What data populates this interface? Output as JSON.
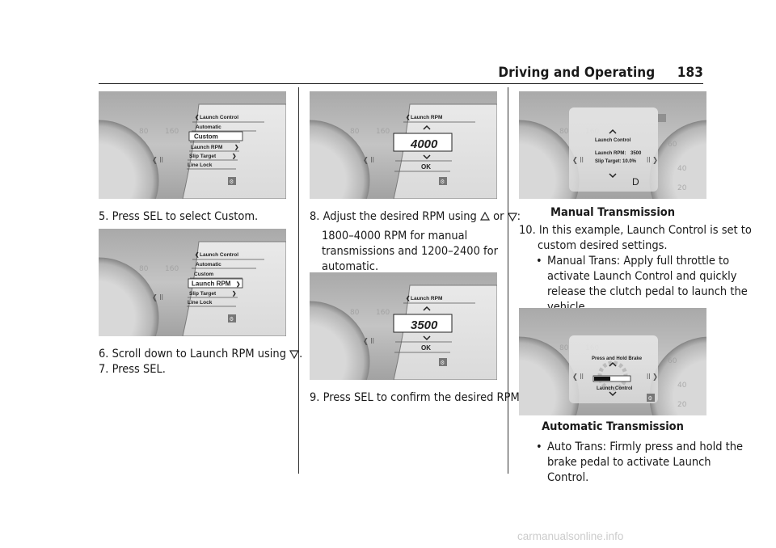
{
  "header": {
    "section": "Driving and Operating",
    "page_number": "183"
  },
  "figures": {
    "f1": {
      "title": "Launch Control",
      "items": [
        "Automatic",
        "Custom",
        "Launch RPM",
        "Slip Target",
        "Line Lock"
      ],
      "selected": 1
    },
    "f2": {
      "title": "Launch Control",
      "items": [
        "Automatic",
        "Custom",
        "Launch RPM",
        "Slip Target",
        "Line Lock"
      ],
      "selected": 2
    },
    "f3": {
      "title": "Launch RPM",
      "value": "4000",
      "ok": "OK"
    },
    "f4": {
      "title": "Launch RPM",
      "value": "3500",
      "ok": "OK"
    },
    "f5": {
      "title": "Launch Control",
      "rpm_label": "Launch RPM:",
      "rpm_value": "3500",
      "slip_label": "Slip Target:",
      "slip_value": "10.0%",
      "gear": "D"
    },
    "f6": {
      "title": "Press and Hold Brake",
      "footer": "Launch Control"
    }
  },
  "col1": {
    "step5": "5.  Press SEL to select Custom.",
    "step6": "6.  Scroll down to Launch RPM using",
    "step7": "7.  Press SEL."
  },
  "col2": {
    "step8a": "8.  Adjust the desired RPM using",
    "step8b": "or",
    "step8_line1": "1800–4000 RPM for manual",
    "step8_line2": "transmissions and 1200–2400 for",
    "step8_line3": "automatic.",
    "step9": "9.  Press SEL to confirm the desired RPM."
  },
  "col3": {
    "cap_manual": "Manual Transmission",
    "step10_line1": "10.  In this example, Launch Control is set to",
    "step10_line2": "custom desired settings.",
    "bullet_char": "•",
    "manual_1": "Manual Trans: Apply full throttle to",
    "manual_2": "activate Launch Control and quickly",
    "manual_3": "release the clutch pedal to launch the",
    "manual_4": "vehicle.",
    "cap_auto": "Automatic Transmission",
    "auto_1": "Auto Trans: Firmly press and hold the",
    "auto_2": "brake pedal to activate Launch",
    "auto_3": "Control."
  },
  "watermark": "carmanualsonline.info",
  "icons": [
    "chevron-up-icon",
    "chevron-down-icon",
    "chevron-left-icon",
    "chevron-right-icon",
    "traction-off-icon",
    "brake-gear-icon"
  ]
}
